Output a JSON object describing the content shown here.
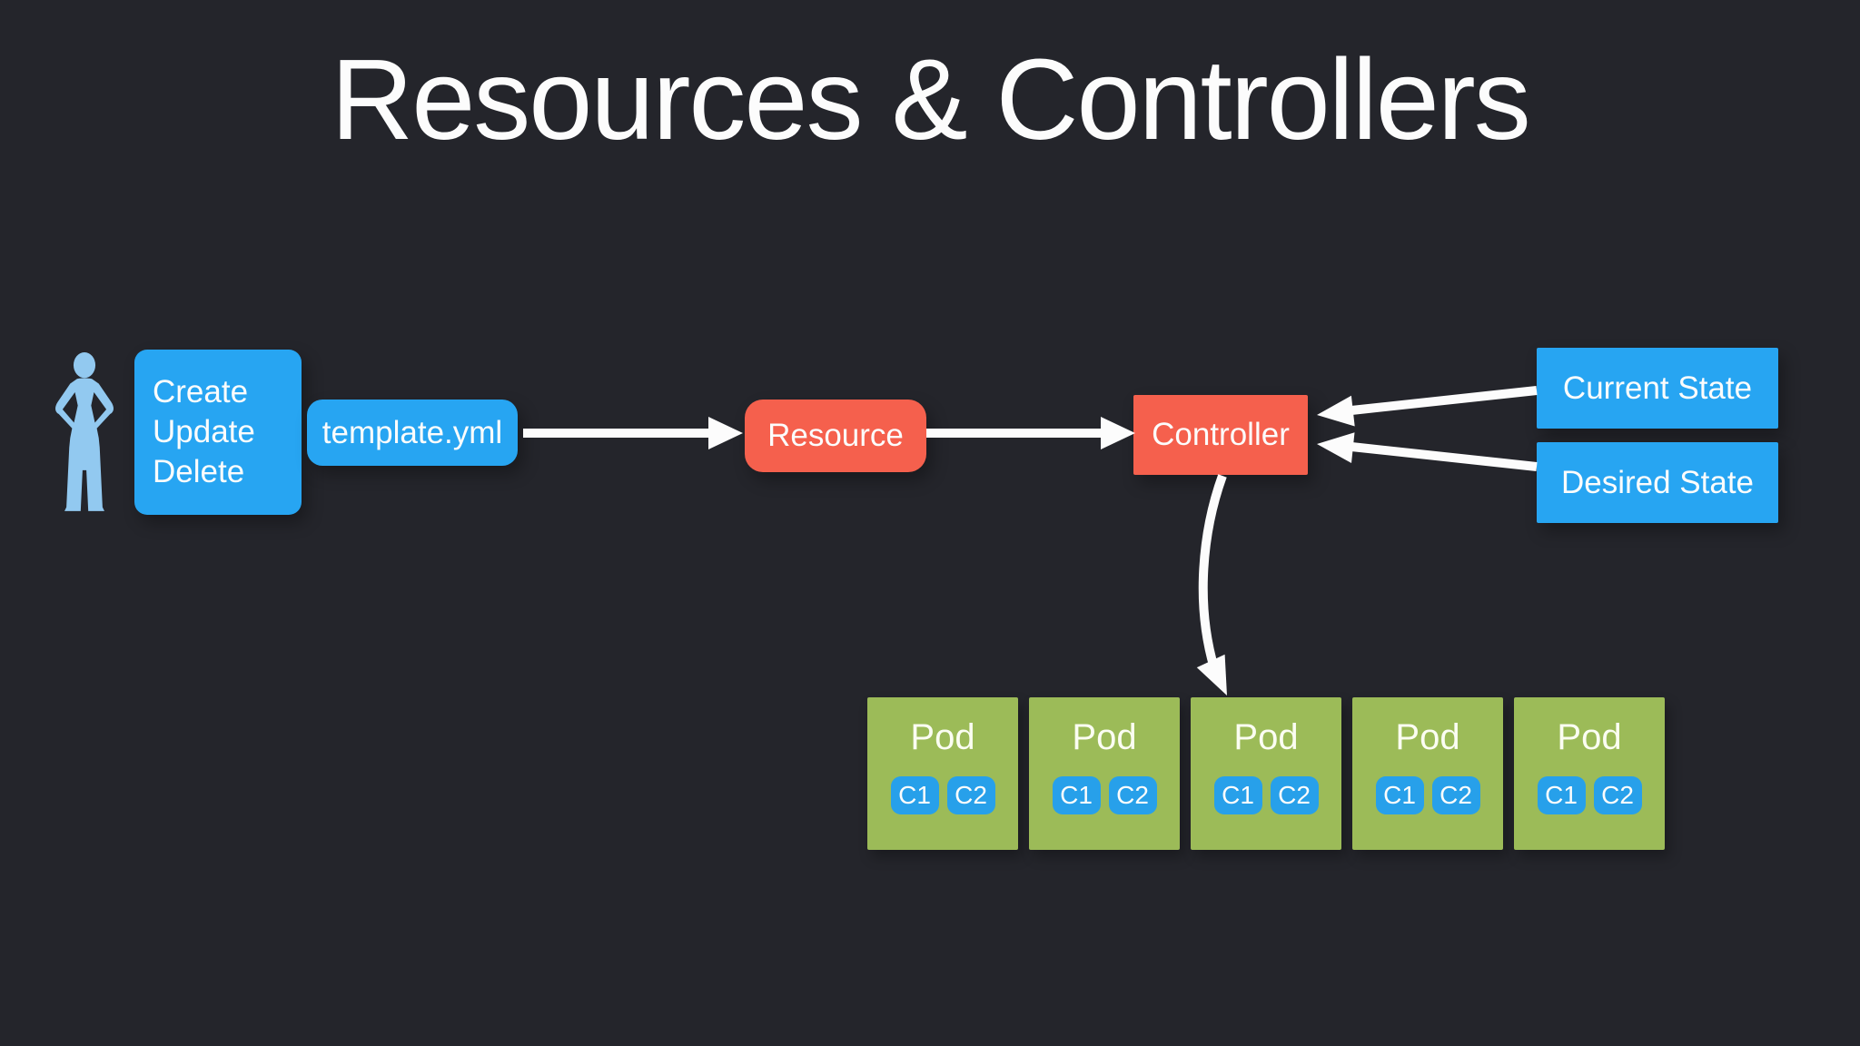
{
  "title": "Resources & Controllers",
  "colors": {
    "background": "#24252b",
    "box_blue": "#27a5f2",
    "chip_blue": "#27a0ea",
    "box_red": "#f5604d",
    "pod_green": "#9cbb58",
    "person_blue": "#92c9f0",
    "arrow": "#fcfcfc",
    "text": "#fcfcfc"
  },
  "actor": {
    "icon": "person-icon",
    "actions": {
      "0": "Create",
      "1": "Update",
      "2": "Delete"
    }
  },
  "nodes": {
    "template_file": {
      "label": "template.yml"
    },
    "resource": {
      "label": "Resource"
    },
    "controller": {
      "label": "Controller"
    },
    "current_state": {
      "label": "Current State"
    },
    "desired_state": {
      "label": "Desired State"
    }
  },
  "edges": [
    {
      "from": "template.yml",
      "to": "Resource"
    },
    {
      "from": "Resource",
      "to": "Controller"
    },
    {
      "from": "Current State",
      "to": "Controller"
    },
    {
      "from": "Desired State",
      "to": "Controller"
    },
    {
      "from": "Controller",
      "to": "Pod (middle)"
    }
  ],
  "pods": [
    {
      "label": "Pod",
      "containers": {
        "0": "C1",
        "1": "C2"
      }
    },
    {
      "label": "Pod",
      "containers": {
        "0": "C1",
        "1": "C2"
      }
    },
    {
      "label": "Pod",
      "containers": {
        "0": "C1",
        "1": "C2"
      }
    },
    {
      "label": "Pod",
      "containers": {
        "0": "C1",
        "1": "C2"
      }
    },
    {
      "label": "Pod",
      "containers": {
        "0": "C1",
        "1": "C2"
      }
    }
  ]
}
